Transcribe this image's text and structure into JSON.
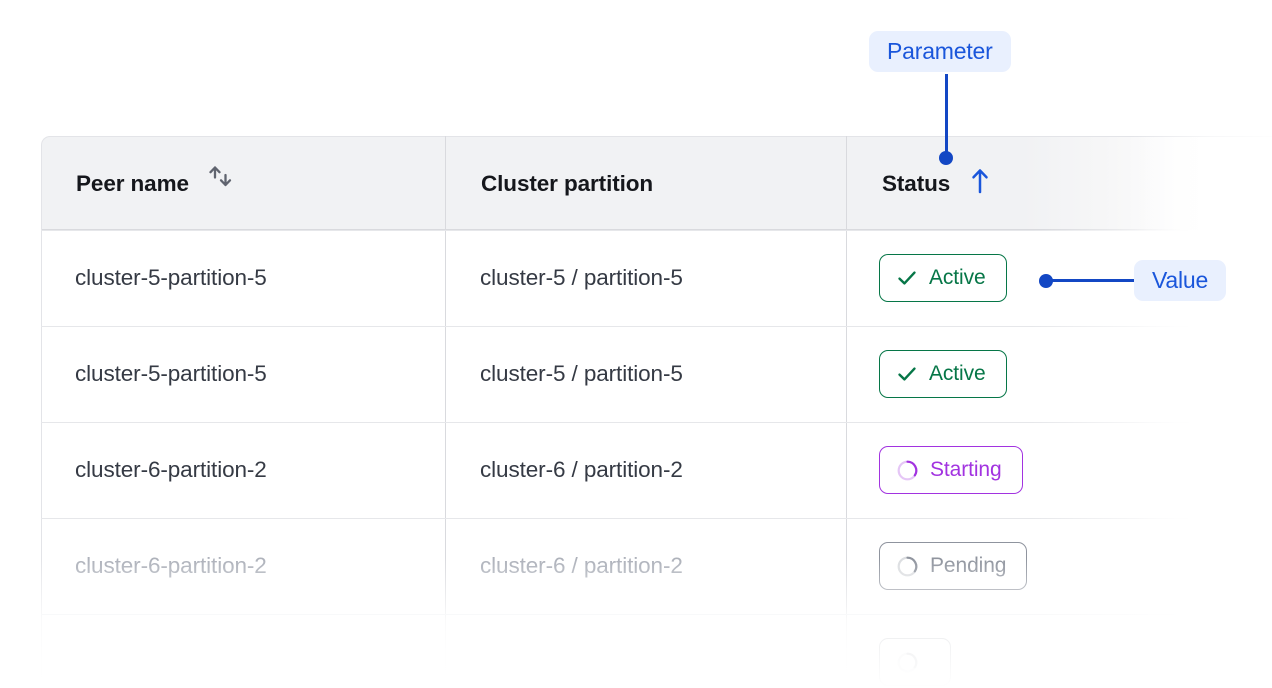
{
  "table": {
    "columns": [
      {
        "key": "peer_name",
        "label": "Peer name",
        "sort_icon": "sort-updown-icon",
        "sorted": false
      },
      {
        "key": "cluster_partition",
        "label": "Cluster partition",
        "sort_icon": null,
        "sorted": false
      },
      {
        "key": "status",
        "label": "Status",
        "sort_icon": "sort-up-icon",
        "sorted": true
      }
    ],
    "rows": [
      {
        "peer_name": "cluster-5-partition-5",
        "cluster_partition": "cluster-5 / partition-5",
        "status": "Active",
        "status_kind": "active",
        "muted": false
      },
      {
        "peer_name": "cluster-5-partition-5",
        "cluster_partition": "cluster-5 / partition-5",
        "status": "Active",
        "status_kind": "active",
        "muted": false
      },
      {
        "peer_name": "cluster-6-partition-2",
        "cluster_partition": "cluster-6 / partition-2",
        "status": "Starting",
        "status_kind": "starting",
        "muted": false
      },
      {
        "peer_name": "cluster-6-partition-2",
        "cluster_partition": "cluster-6 / partition-2",
        "status": "Pending",
        "status_kind": "pending",
        "muted": true
      },
      {
        "peer_name": "",
        "cluster_partition": "",
        "status": "",
        "status_kind": "pending",
        "muted": true
      }
    ]
  },
  "annotations": {
    "parameter": {
      "label": "Parameter",
      "target": "status-column-header"
    },
    "value": {
      "label": "Value",
      "target": "status-chip-row-1"
    }
  },
  "colors": {
    "accent_blue": "#1347c4",
    "badge_bg": "#e9f0fe",
    "badge_text": "#1a56db",
    "status_active": "#067647",
    "status_starting": "#a233e0",
    "status_pending": "#8f949e",
    "header_bg": "#f1f2f4",
    "border": "#e3e4e8",
    "text": "#353a44",
    "text_muted": "#adb1ba",
    "heading": "#15171c"
  }
}
